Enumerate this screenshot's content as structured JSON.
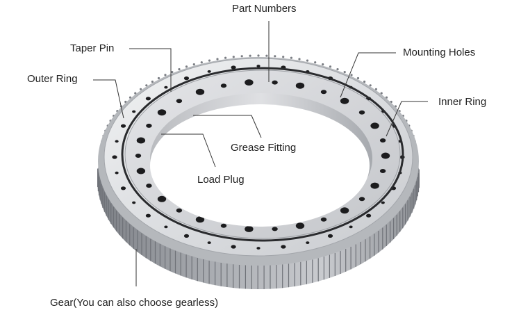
{
  "labels": {
    "part_numbers": "Part Numbers",
    "taper_pin": "Taper Pin",
    "outer_ring": "Outer Ring",
    "mounting_holes": "Mounting Holes",
    "inner_ring": "Inner Ring",
    "grease_fitting": "Grease Fitting",
    "load_plug": "Load Plug",
    "gear": "Gear(You can also choose gearless)"
  },
  "colors": {
    "leader_line": "#333333",
    "metal_light": "#e8e9eb",
    "metal_mid": "#c3c5c9",
    "metal_dark": "#8c8f95",
    "hole": "#1c1c1e"
  },
  "outer_hole_count": 36,
  "inner_hole_count": 30
}
